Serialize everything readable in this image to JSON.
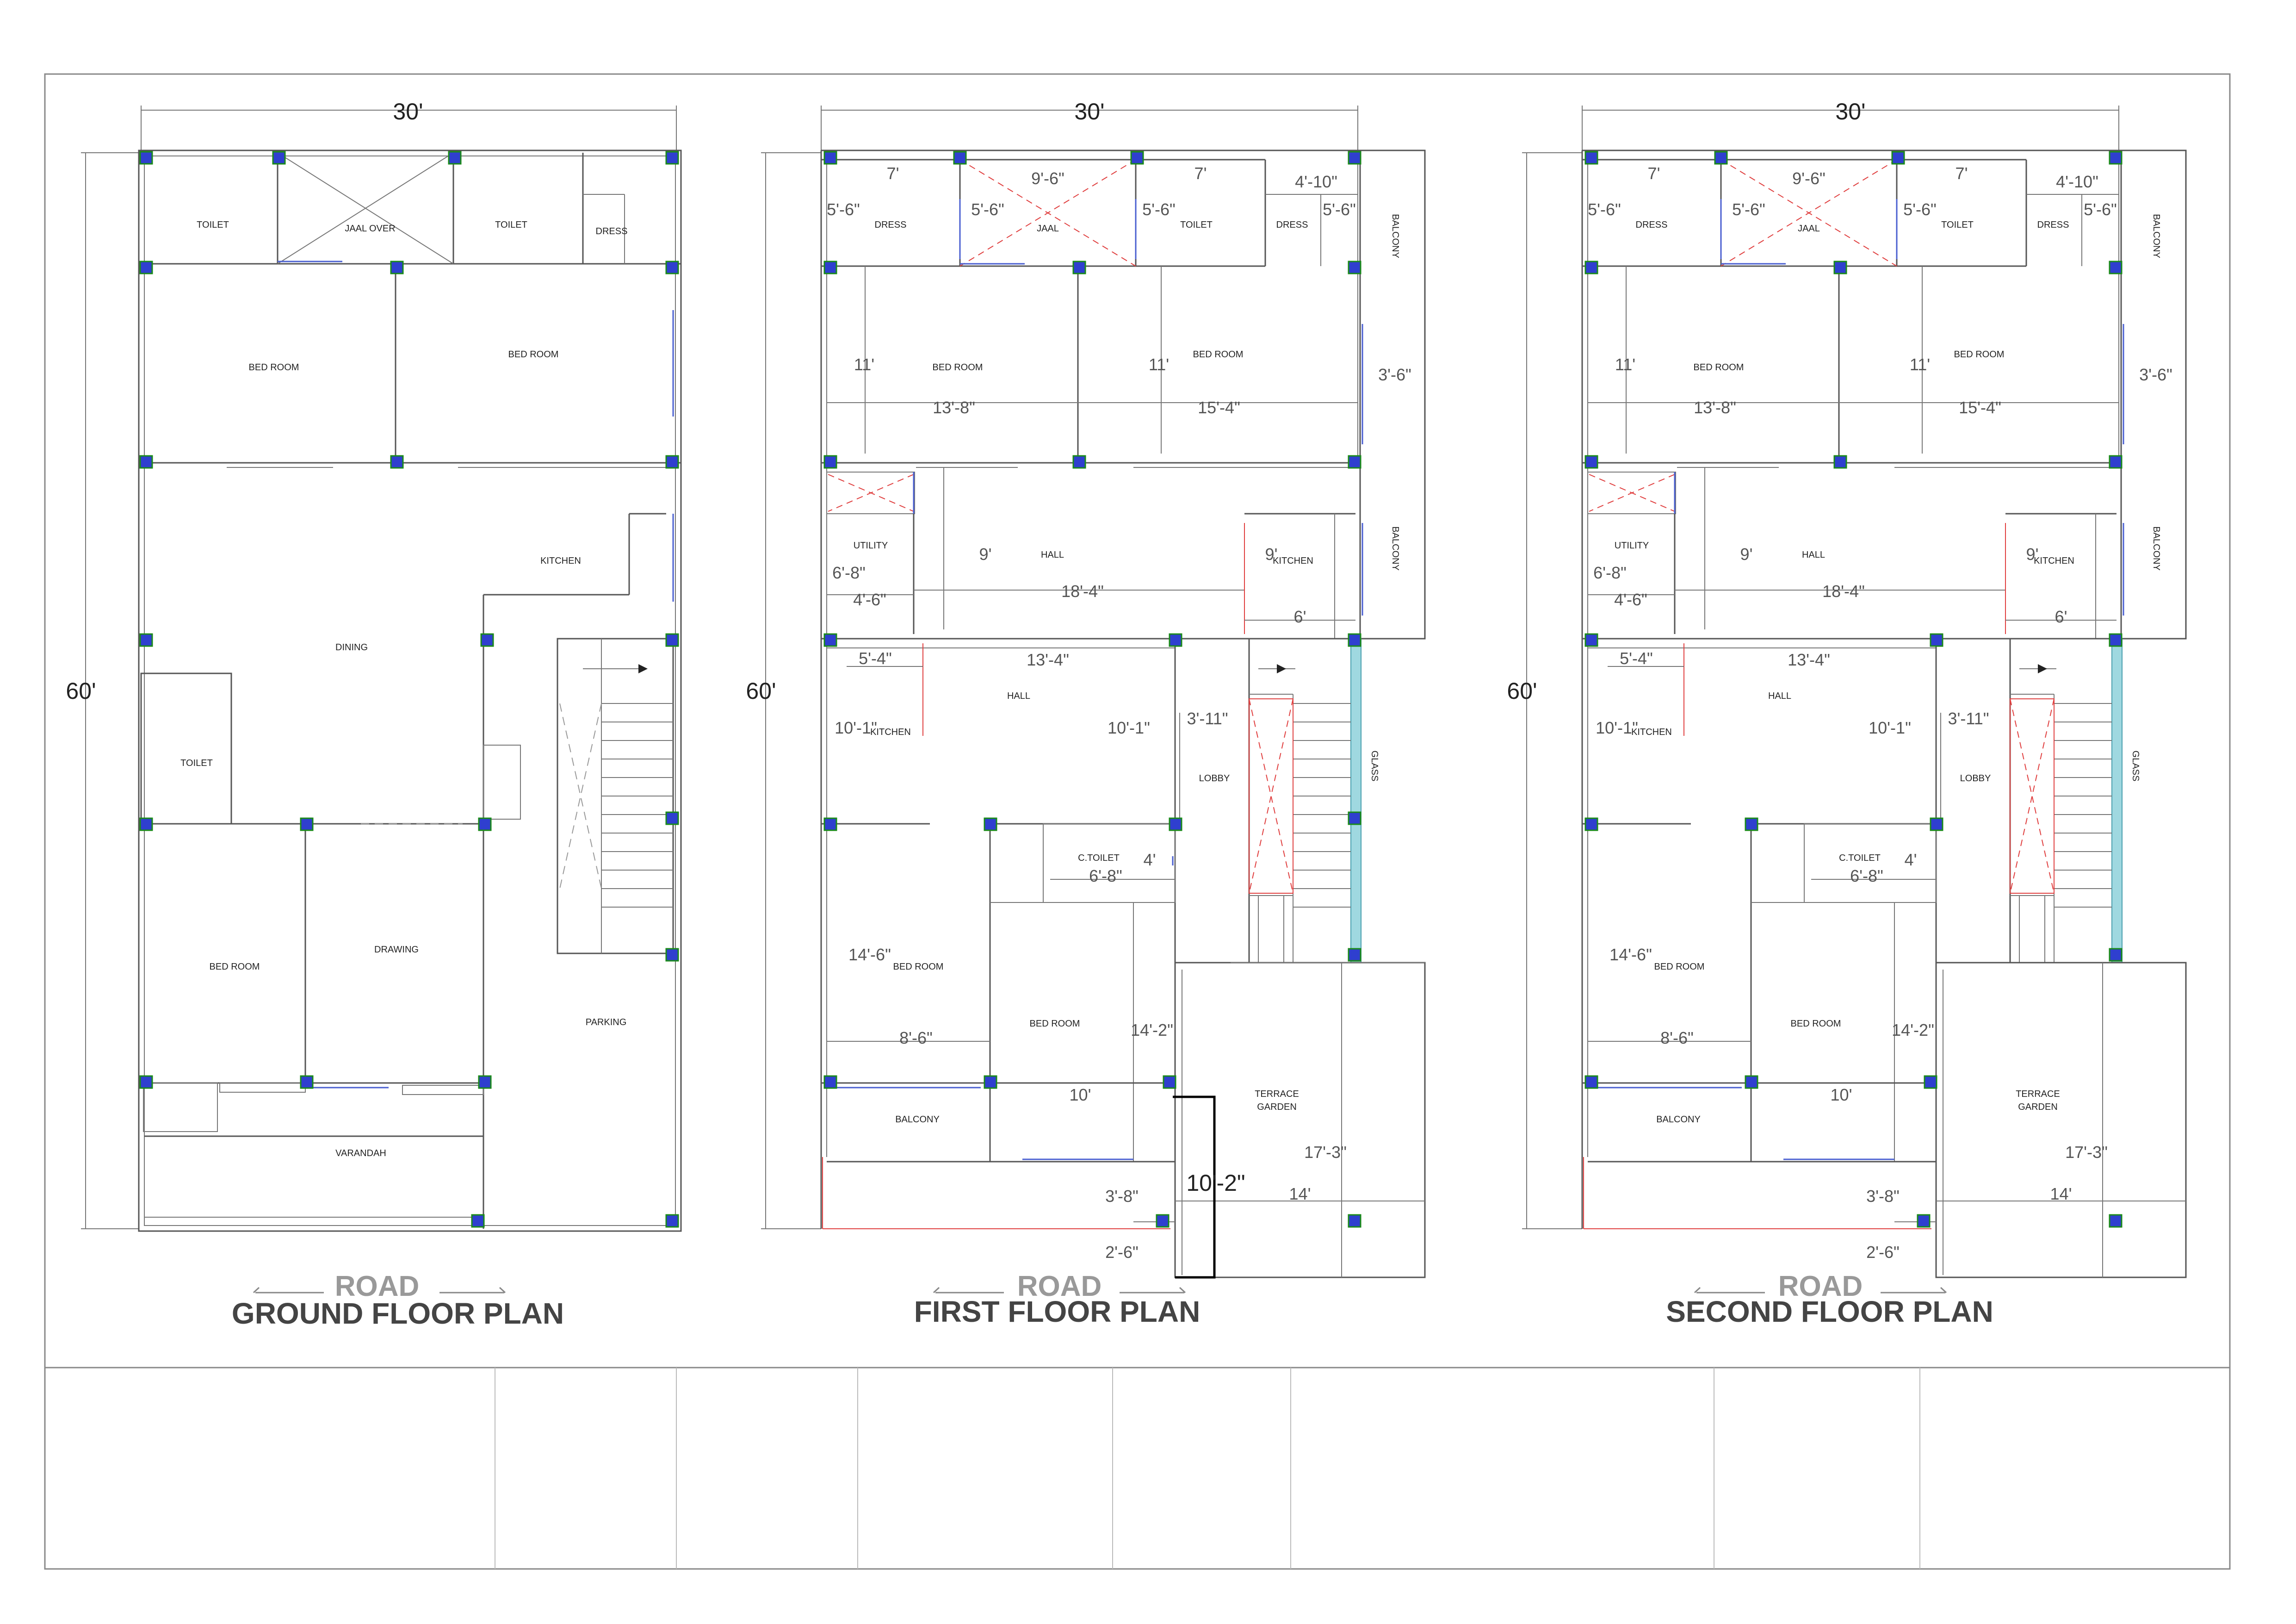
{
  "plans": [
    {
      "title": "GROUND FLOOR PLAN",
      "road": "ROAD",
      "width_dim": "30'",
      "height_dim": "60'",
      "rooms": [
        "TOILET",
        "JAAL OVER",
        "TOILET",
        "DRESS",
        "BED ROOM",
        "BED ROOM",
        "KITCHEN",
        "DINING",
        "TOILET",
        "BED ROOM",
        "DRAWING",
        "PARKING",
        "VARANDAH"
      ],
      "dims": []
    },
    {
      "title": "FIRST FLOOR PLAN",
      "road": "ROAD",
      "width_dim": "30'",
      "height_dim": "60'",
      "rooms": [
        "DRESS",
        "JAAL",
        "TOILET",
        "DRESS",
        "BALCONY",
        "BED ROOM",
        "BED ROOM",
        "UTILITY",
        "HALL",
        "KITCHEN",
        "BALCONY",
        "HALL",
        "KITCHEN",
        "LOBBY",
        "GLASS",
        "C.TOILET",
        "BED ROOM",
        "BED ROOM",
        "TERRACE",
        "GARDEN",
        "BALCONY"
      ],
      "dims": [
        "7'",
        "9'-6\"",
        "7'",
        "4'-10\"",
        "5'-6\"",
        "5'-6\"",
        "5'-6\"",
        "5'-6\"",
        "11'",
        "11'",
        "3'-6\"",
        "13'-8\"",
        "15'-4\"",
        "9'",
        "9'",
        "6'-8\"",
        "4'-6\"",
        "18'-4\"",
        "6'",
        "5'-4\"",
        "13'-4\"",
        "10'-1\"",
        "10'-1\"",
        "3'-11\"",
        "4'",
        "6'-8\"",
        "14'-6\"",
        "8'-6\"",
        "14'-2\"",
        "10'",
        "17'-3\"",
        "14'",
        "3'-8\"",
        "2'-6\"",
        "10'-2\""
      ]
    },
    {
      "title": "SECOND FLOOR PLAN",
      "road": "ROAD",
      "width_dim": "30'",
      "height_dim": "60'",
      "rooms": [
        "DRESS",
        "JAAL",
        "TOILET",
        "DRESS",
        "BALCONY",
        "BED ROOM",
        "BED ROOM",
        "UTILITY",
        "HALL",
        "KITCHEN",
        "BALCONY",
        "HALL",
        "KITCHEN",
        "LOBBY",
        "GLASS",
        "C.TOILET",
        "BED ROOM",
        "BED ROOM",
        "TERRACE",
        "GARDEN",
        "BALCONY"
      ],
      "dims": [
        "7'",
        "9'-6\"",
        "7'",
        "4'-10\"",
        "5'-6\"",
        "5'-6\"",
        "5'-6\"",
        "5'-6\"",
        "11'",
        "11'",
        "3'-6\"",
        "13'-8\"",
        "15'-4\"",
        "9'",
        "9'",
        "6'-8\"",
        "4'-6\"",
        "18'-4\"",
        "6'",
        "5'-4\"",
        "13'-4\"",
        "10'-1\"",
        "10'-1\"",
        "3'-11\"",
        "4'",
        "6'-8\"",
        "14'-6\"",
        "8'-6\"",
        "14'-2\"",
        "10'",
        "17'-3\"",
        "14'",
        "3'-8\"",
        "2'-6\""
      ]
    }
  ]
}
